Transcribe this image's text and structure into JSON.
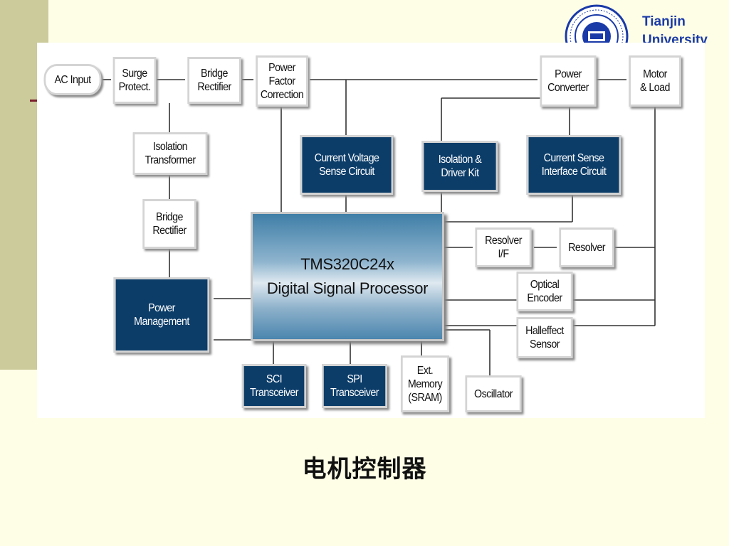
{
  "header": {
    "university_line1": "Tianjin",
    "university_line2": "University",
    "logo_icon": "tianjin-university-seal-icon"
  },
  "diagram": {
    "ac_input": "AC Input",
    "surge": [
      "Surge",
      "Protect."
    ],
    "bridge_top": [
      "Bridge",
      "Rectifier"
    ],
    "pfc": [
      "Power",
      "Factor",
      "Correction"
    ],
    "power_converter": [
      "Power",
      "Converter"
    ],
    "motor_load": [
      "Motor",
      "& Load"
    ],
    "isolation_transformer": [
      "Isolation",
      "Transformer"
    ],
    "current_voltage": [
      "Current Voltage",
      "Sense Circuit"
    ],
    "isolation_driver": [
      "Isolation &",
      "Driver Kit"
    ],
    "current_sense": [
      "Current Sense",
      "Interface Circuit"
    ],
    "bridge_left": [
      "Bridge",
      "Rectifier"
    ],
    "dsp": [
      "TMS320C24x",
      "Digital Signal Processor"
    ],
    "resolver_if": [
      "Resolver",
      "I/F"
    ],
    "resolver": "Resolver",
    "optical_encoder": [
      "Optical",
      "Encoder"
    ],
    "power_management": [
      "Power",
      "Management"
    ],
    "halleffect": [
      "Halleffect",
      "Sensor"
    ],
    "sci": [
      "SCI",
      "Transceiver"
    ],
    "spi": [
      "SPI",
      "Transceiver"
    ],
    "ext_memory": [
      "Ext.",
      "Memory",
      "(SRAM)"
    ],
    "oscillator": "Oscillator"
  },
  "caption": "电机控制器",
  "colors": {
    "dark_box": "#0c3d69",
    "background": "#fefee6",
    "band": "#cbcb9b",
    "university_text": "#1a3aa8"
  }
}
